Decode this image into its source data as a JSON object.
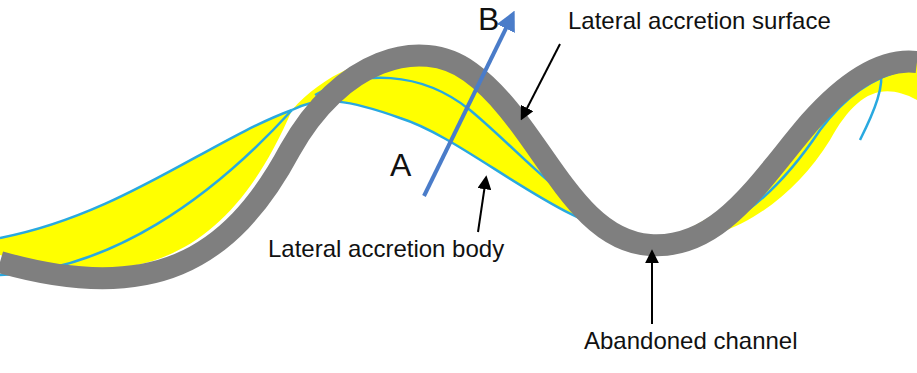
{
  "diagram": {
    "labels": [
      "B",
      "Lateral accretion surface",
      "A",
      "Lateral accretion body",
      "Abandoned channel"
    ]
  }
}
